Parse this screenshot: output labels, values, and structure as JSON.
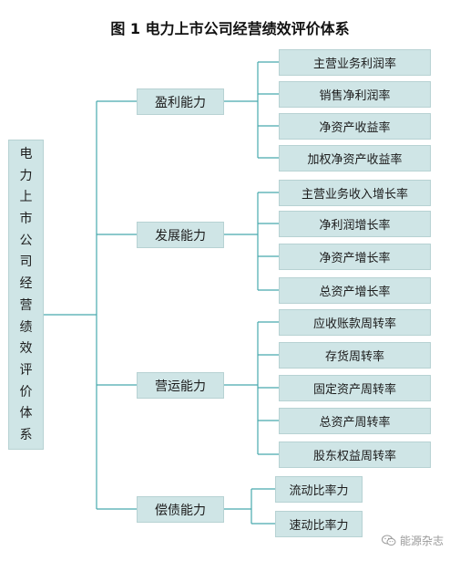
{
  "title": "图 1 电力上市公司经营绩效评价体系",
  "root": {
    "chars": [
      "电",
      "力",
      "上",
      "市",
      "公",
      "司",
      "经",
      "营",
      "绩",
      "效",
      "评",
      "价",
      "体",
      "系"
    ]
  },
  "categories": [
    {
      "label": "盈利能力",
      "items": [
        "主营业务利润率",
        "销售净利润率",
        "净资产收益率",
        "加权净资产收益率"
      ]
    },
    {
      "label": "发展能力",
      "items": [
        "主营业务收入增长率",
        "净利润增长率",
        "净资产增长率",
        "总资产增长率"
      ]
    },
    {
      "label": "营运能力",
      "items": [
        "应收账款周转率",
        "存货周转率",
        "固定资产周转率",
        "总资产周转率",
        "股东权益周转率"
      ]
    },
    {
      "label": "偿债能力",
      "items": [
        "流动比率力",
        "速动比率力"
      ]
    }
  ],
  "watermark": {
    "text": "能源杂志",
    "icon": "wechat-icon"
  },
  "colors": {
    "box_fill": "#cfe5e6",
    "connector": "#48a9ad"
  }
}
